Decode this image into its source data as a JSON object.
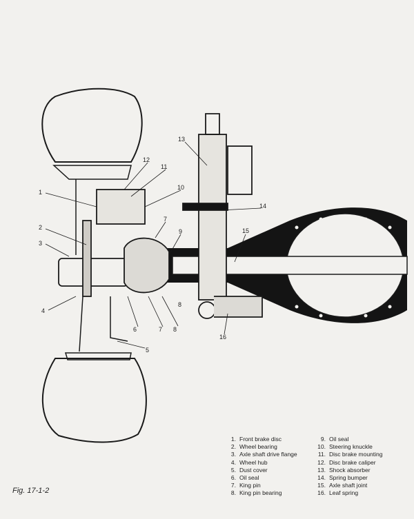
{
  "figure_label": "Fig. 17-1-2",
  "callouts": {
    "c1": "1",
    "c2": "2",
    "c3": "3",
    "c4": "4",
    "c5": "5",
    "c6": "6",
    "c7a": "7",
    "c7b": "7",
    "c8a": "8",
    "c8b": "8",
    "c9": "9",
    "c10": "10",
    "c11": "11",
    "c12": "12",
    "c13": "13",
    "c14": "14",
    "c15": "15",
    "c16": "16"
  },
  "legend": [
    {
      "num": "1.",
      "label": "Front brake disc"
    },
    {
      "num": "2.",
      "label": "Wheel bearing"
    },
    {
      "num": "3.",
      "label": "Axle shaft drive flange"
    },
    {
      "num": "4.",
      "label": "Wheel hub"
    },
    {
      "num": "5.",
      "label": "Dust cover"
    },
    {
      "num": "6.",
      "label": "Oil seal"
    },
    {
      "num": "7.",
      "label": "King pin"
    },
    {
      "num": "8.",
      "label": "King pin bearing"
    },
    {
      "num": "9.",
      "label": "Oil seal"
    },
    {
      "num": "10.",
      "label": "Steering knuckle"
    },
    {
      "num": "11.",
      "label": "Disc brake mounting"
    },
    {
      "num": "12.",
      "label": "Disc brake caliper"
    },
    {
      "num": "13.",
      "label": "Shock absorber"
    },
    {
      "num": "14.",
      "label": "Spring bumper"
    },
    {
      "num": "15.",
      "label": "Axle shaft joint"
    },
    {
      "num": "16.",
      "label": "Leaf spring"
    }
  ]
}
